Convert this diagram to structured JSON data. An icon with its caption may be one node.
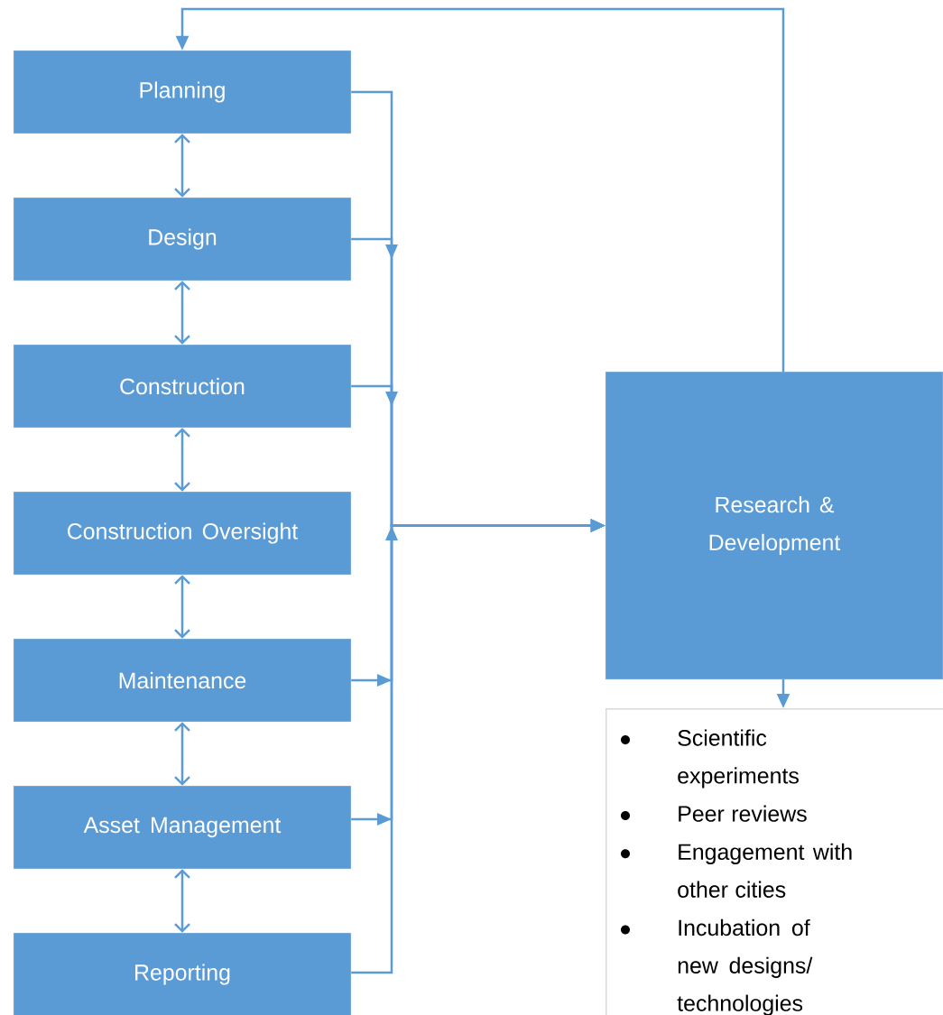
{
  "diagram": {
    "nodes": [
      {
        "text": [
          "Planning"
        ]
      },
      {
        "text": [
          "Design"
        ]
      },
      {
        "text": [
          "Construction"
        ]
      },
      {
        "text": [
          "Construction Oversight"
        ]
      },
      {
        "text": [
          "Maintenance"
        ]
      },
      {
        "text": [
          "Asset Management"
        ]
      },
      {
        "text": [
          "Reporting"
        ]
      },
      {
        "text": [
          "Research & Development"
        ]
      },
      {
        "text": [
          "Scientific experiments",
          "Peer reviews",
          "Engagement with other cities",
          "Incubation of new designs/ technologies"
        ]
      }
    ],
    "edges": [
      {
        "from": 0,
        "to": 1,
        "arrow": "both"
      },
      {
        "from": 1,
        "to": 2,
        "arrow": "both"
      },
      {
        "from": 2,
        "to": 3,
        "arrow": "both"
      },
      {
        "from": 3,
        "to": 4,
        "arrow": "both"
      },
      {
        "from": 4,
        "to": 5,
        "arrow": "both"
      },
      {
        "from": 5,
        "to": 6,
        "arrow": "both"
      },
      {
        "from": 0,
        "to": 7,
        "arrow": "to"
      },
      {
        "from": 1,
        "to": 7,
        "arrow": "to"
      },
      {
        "from": 2,
        "to": 7,
        "arrow": "to"
      },
      {
        "from": 4,
        "to": 7,
        "arrow": "to"
      },
      {
        "from": 5,
        "to": 7,
        "arrow": "to"
      },
      {
        "from": 6,
        "to": 7,
        "arrow": "to"
      },
      {
        "from": 7,
        "to": 0,
        "arrow": "to"
      },
      {
        "from": 7,
        "to": 8,
        "arrow": "to"
      }
    ]
  }
}
